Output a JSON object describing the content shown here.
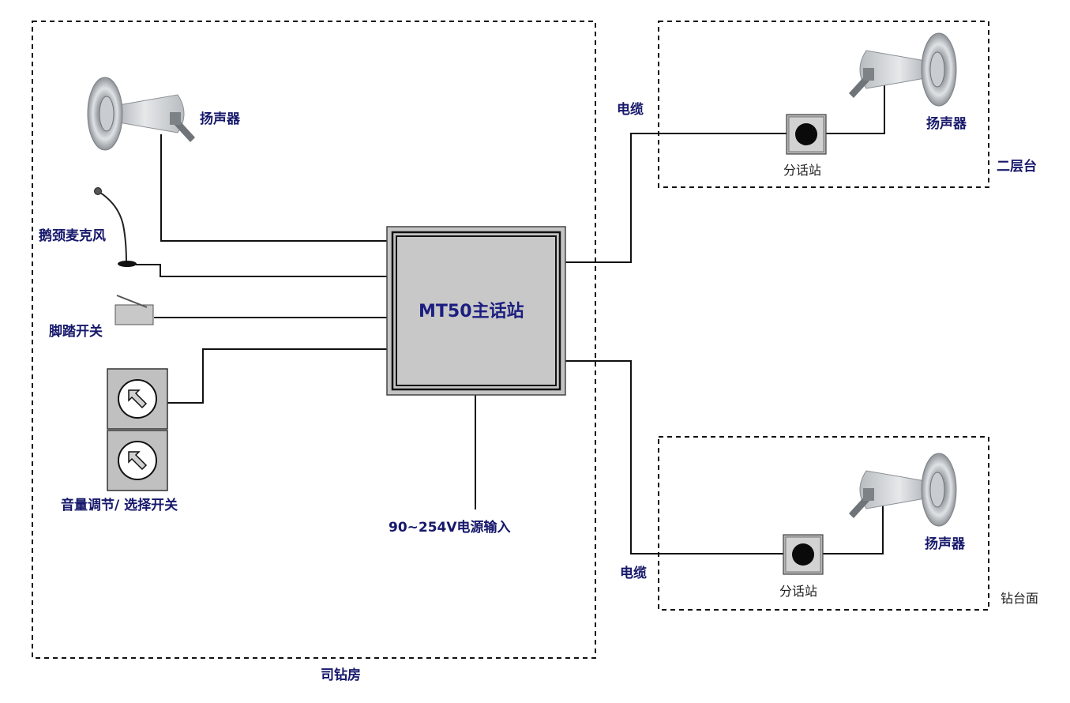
{
  "main_station": {
    "label": "MT50主话站"
  },
  "zones": {
    "driller_room": {
      "label": "司钻房"
    },
    "second_floor": {
      "label": "二层台"
    },
    "drill_floor": {
      "label": "钻台面"
    }
  },
  "devices": {
    "speaker_main": {
      "label": "扬声器",
      "icon": "horn-speaker-icon"
    },
    "gooseneck_mic": {
      "label": "鹅颈麦克风",
      "icon": "gooseneck-microphone-icon"
    },
    "foot_switch": {
      "label": "脚踏开关",
      "icon": "foot-switch-icon"
    },
    "volume_selector": {
      "label": "音量调节/ 选择开关",
      "icon": "rotary-knob-icon"
    },
    "power_input": {
      "label": "90~254V电源输入"
    },
    "cable_top": {
      "label": "电缆"
    },
    "cable_bottom": {
      "label": "电缆"
    },
    "substation_top": {
      "label": "分话站",
      "icon": "substation-button-icon"
    },
    "speaker_top": {
      "label": "扬声器",
      "icon": "horn-speaker-icon"
    },
    "substation_bottom": {
      "label": "分话站",
      "icon": "substation-button-icon"
    },
    "speaker_bottom": {
      "label": "扬声器",
      "icon": "horn-speaker-icon"
    }
  },
  "colors": {
    "label_blue": "#16186b",
    "line": "#111111",
    "box_fill": "#c6c6c6"
  }
}
